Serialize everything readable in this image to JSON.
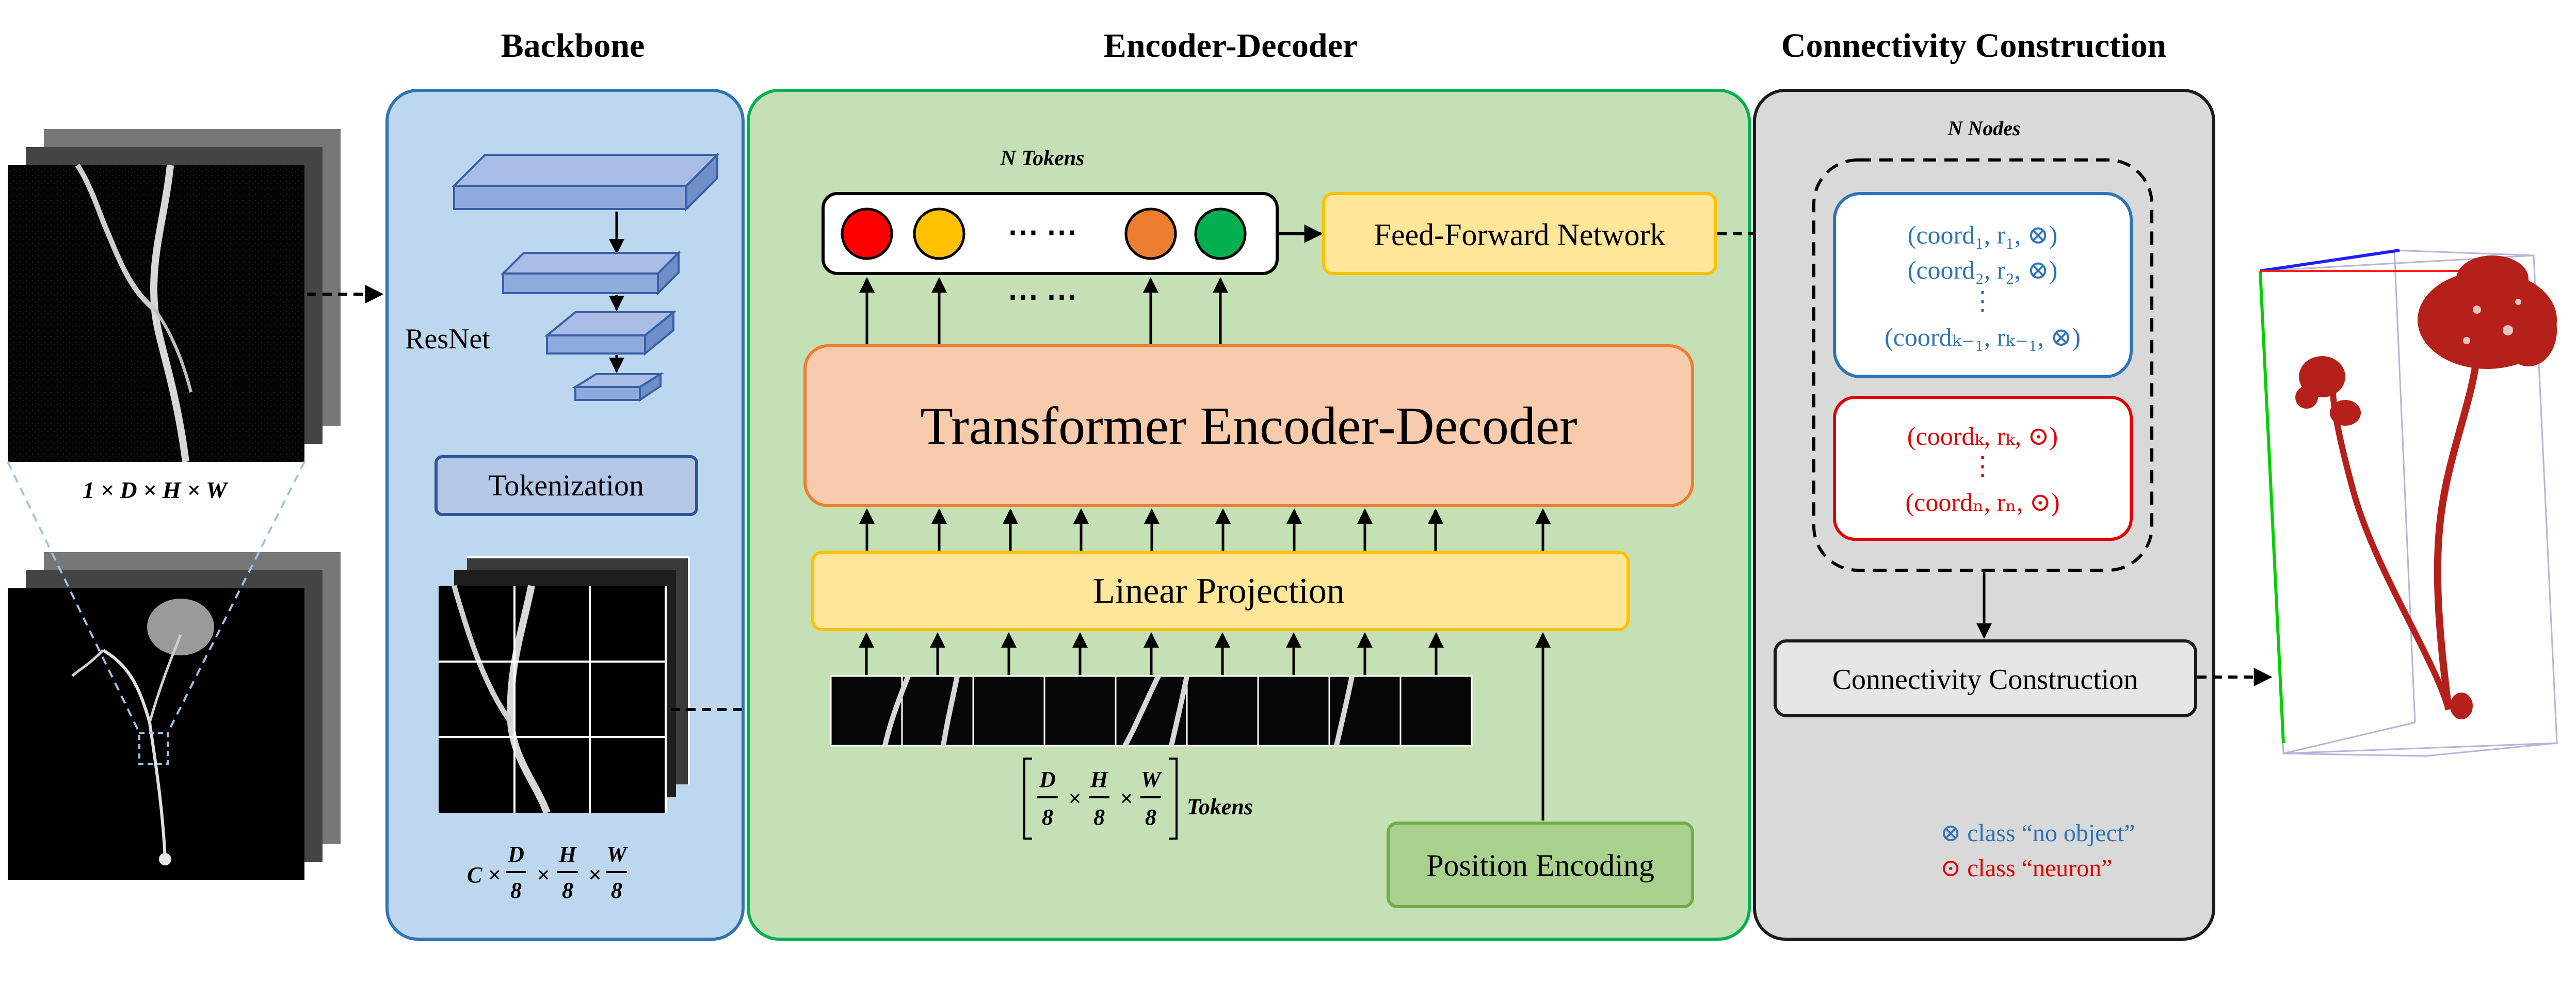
{
  "sections": {
    "backbone": "Backbone",
    "encoder_decoder": "Encoder-Decoder",
    "connectivity": "Connectivity Construction"
  },
  "input": {
    "dim_a": "1 × D × H × W"
  },
  "backbone": {
    "resnet": "ResNet",
    "tokenization": "Tokenization",
    "feat_c": "C ×",
    "frac_num": "D",
    "frac_num2": "H",
    "frac_num3": "W",
    "frac_den": "8"
  },
  "encdec": {
    "n_tokens": "N  Tokens",
    "dots": "⋯ ⋯",
    "ffn": "Feed-Forward Network",
    "transformer": "Transformer Encoder-Decoder",
    "linear": "Linear Projection",
    "position": "Position Encoding",
    "tokens_label": "Tokens"
  },
  "connect": {
    "n_nodes": "N Nodes",
    "blue_1": "(coord₁, r₁, ⊗)",
    "blue_2": "(coord₂, r₂, ⊗)",
    "blue_dots": "⋮",
    "blue_k": "(coordₖ₋₁, rₖ₋₁, ⊗)",
    "red_k": "(coordₖ, rₖ, ⊙)",
    "red_dots": "⋮",
    "red_n": "(coordₙ, rₙ, ⊙)",
    "box": "Connectivity Construction",
    "legend_no_object": "⊗ class “no object”",
    "legend_neuron": "⊙ class “neuron”"
  },
  "colors": {
    "backbone_fill": "#bdd7ee",
    "backbone_border": "#2e75b6",
    "encdec_fill": "#c5e0b4",
    "encdec_border": "#00b050",
    "connect_fill": "#d9d9d9",
    "transformer_fill": "#f8cbad",
    "transformer_border": "#ed7d31",
    "yellow_fill": "#ffe699",
    "yellow_border": "#ffc000",
    "pos_fill": "#a9d18e",
    "pos_border": "#70ad47",
    "blue_text": "#2e75b6",
    "red_text": "#e00000",
    "token_colors": [
      "#ff0000",
      "#ffc000",
      "#ed7d31",
      "#00b050"
    ]
  }
}
